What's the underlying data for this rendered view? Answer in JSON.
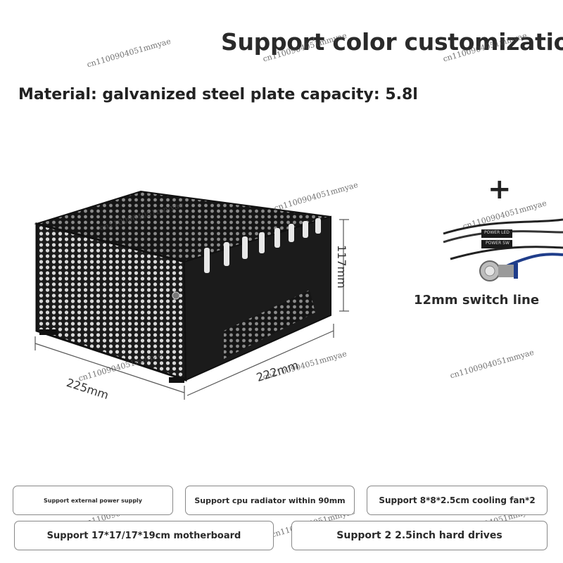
{
  "headline": "Support color customization",
  "material": "Material: galvanized steel plate capacity: 5.8l",
  "dimensions": {
    "depth": "225mm",
    "width": "222mm",
    "height": "117mm"
  },
  "accessory": {
    "plus": "+",
    "label": "12mm switch line",
    "connector_text_1": "POWER LED",
    "connector_text_2": "POWER SW"
  },
  "watermark": "cn1100904051mmyae",
  "features": [
    "Support external power supply",
    "Support cpu radiator within 90mm",
    "Support 8*8*2.5cm cooling fan*2",
    "Support 17*17/17*19cm motherboard",
    "Support 2 2.5inch hard drives"
  ],
  "colors": {
    "case": "#1b1b1b",
    "text": "#2a2a2a",
    "pill_border": "#888888"
  }
}
